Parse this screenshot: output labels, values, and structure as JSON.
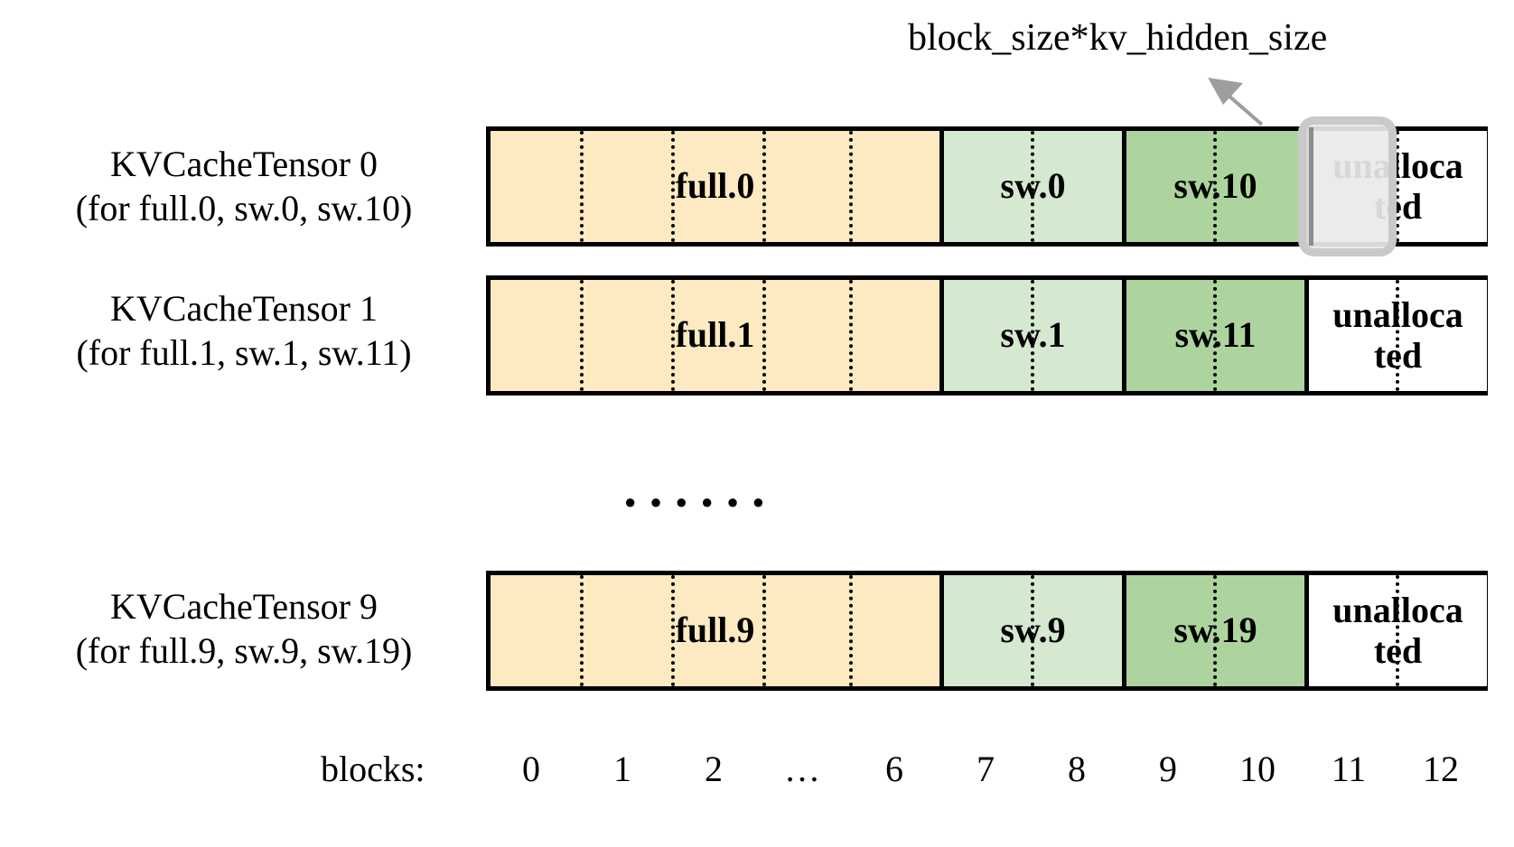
{
  "annotation": {
    "text": "block_size*kv_hidden_size",
    "arrow_icon": "arrow-up-left-icon",
    "color": "#9e9e9e"
  },
  "palette": {
    "full_block": "#fdeac2",
    "sw_light_block": "#d5e8d0",
    "sw_dark_block": "#add49e",
    "unallocated_block": "#ffffff",
    "border": "#000000",
    "highlight_border": "#c9c9c9",
    "highlight_fill": "#e9e9e9"
  },
  "rows": [
    {
      "title": "KVCacheTensor 0",
      "subtitle": "(for full.0, sw.0, sw.10)",
      "segments": [
        {
          "label": "full.0",
          "kind": "full",
          "blocks": 7,
          "span_blocks": [
            "0",
            "1",
            "2",
            "…",
            "6"
          ]
        },
        {
          "label": "sw.0",
          "kind": "sw-light",
          "blocks": 2,
          "span_blocks": [
            "7",
            "8"
          ]
        },
        {
          "label": "sw.10",
          "kind": "sw-dark",
          "blocks": 2,
          "span_blocks": [
            "9",
            "10"
          ]
        },
        {
          "label": "unalloca\nted",
          "kind": "unallocated",
          "blocks": 2,
          "span_blocks": [
            "11",
            "12"
          ]
        }
      ],
      "highlighted_block": "11"
    },
    {
      "title": "KVCacheTensor 1",
      "subtitle": "(for full.1, sw.1, sw.11)",
      "segments": [
        {
          "label": "full.1",
          "kind": "full",
          "blocks": 7,
          "span_blocks": [
            "0",
            "1",
            "2",
            "…",
            "6"
          ]
        },
        {
          "label": "sw.1",
          "kind": "sw-light",
          "blocks": 2,
          "span_blocks": [
            "7",
            "8"
          ]
        },
        {
          "label": "sw.11",
          "kind": "sw-dark",
          "blocks": 2,
          "span_blocks": [
            "9",
            "10"
          ]
        },
        {
          "label": "unalloca\nted",
          "kind": "unallocated",
          "blocks": 2,
          "span_blocks": [
            "11",
            "12"
          ]
        }
      ],
      "highlighted_block": null
    },
    {
      "title": "KVCacheTensor 9",
      "subtitle": "(for full.9, sw.9, sw.19)",
      "segments": [
        {
          "label": "full.9",
          "kind": "full",
          "blocks": 7,
          "span_blocks": [
            "0",
            "1",
            "2",
            "…",
            "6"
          ]
        },
        {
          "label": "sw.9",
          "kind": "sw-light",
          "blocks": 2,
          "span_blocks": [
            "7",
            "8"
          ]
        },
        {
          "label": "sw.19",
          "kind": "sw-dark",
          "blocks": 2,
          "span_blocks": [
            "9",
            "10"
          ]
        },
        {
          "label": "unalloca\nted",
          "kind": "unallocated",
          "blocks": 2,
          "span_blocks": [
            "11",
            "12"
          ]
        }
      ],
      "highlighted_block": null
    }
  ],
  "row_gap_ellipsis": "······",
  "axis": {
    "label": "blocks:",
    "ticks": [
      "0",
      "1",
      "2",
      "…",
      "6",
      "7",
      "8",
      "9",
      "10",
      "11",
      "12"
    ]
  }
}
